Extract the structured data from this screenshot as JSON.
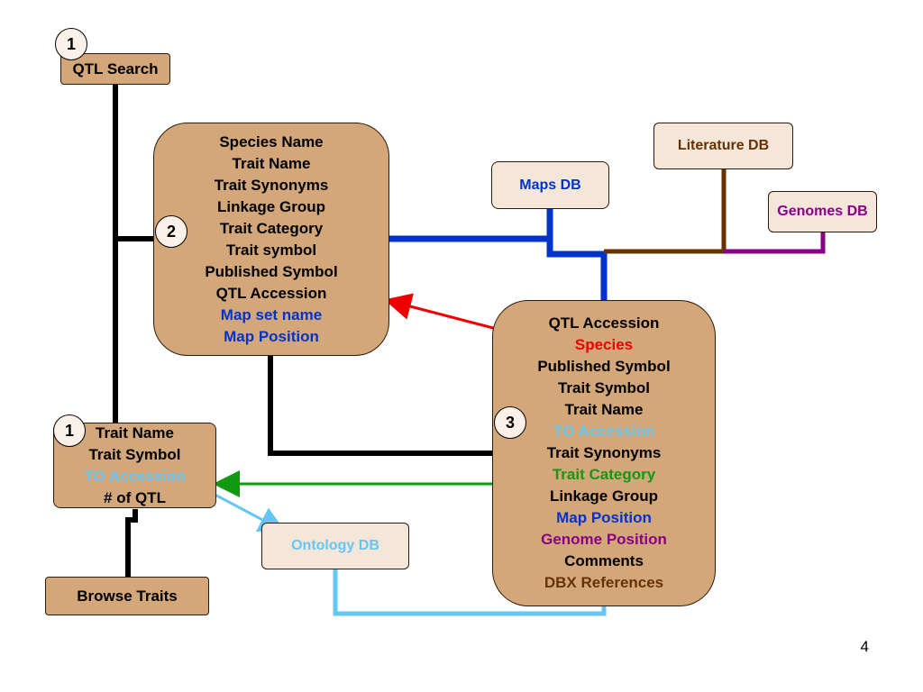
{
  "colors": {
    "black": "#000000",
    "blue": "#0033cc",
    "red": "#ee0000",
    "green": "#119911",
    "light_blue": "#66c6f2",
    "purple": "#880088",
    "brown": "#663300",
    "box_fill": "#d4a77a",
    "db_fill": "#f5e6da"
  },
  "qtl_search": {
    "badge": "1",
    "label": "QTL Search"
  },
  "box2": {
    "badge": "2",
    "lines": [
      "Species Name",
      "Trait Name",
      "Trait Synonyms",
      "Linkage Group",
      "Trait Category",
      "Trait symbol",
      "Published Symbol",
      "QTL Accession",
      "Map set name",
      "Map Position"
    ]
  },
  "box1": {
    "badge": "1",
    "lines": [
      "Trait Name",
      "Trait Symbol",
      "TO Accession",
      "# of QTL"
    ]
  },
  "browse_traits": {
    "label": "Browse Traits"
  },
  "box3": {
    "badge": "3",
    "lines": [
      "QTL Accession",
      "Species",
      "Published Symbol",
      "Trait Symbol",
      "Trait Name",
      "TO Accession",
      "Trait Synonyms",
      "Trait Category",
      "Linkage Group",
      "Map Position",
      "Genome Position",
      "Comments",
      "DBX References"
    ]
  },
  "maps_db": {
    "label": "Maps DB"
  },
  "literature_db": {
    "label": "Literature DB"
  },
  "genomes_db": {
    "label": "Genomes DB"
  },
  "ontology_db": {
    "label": "Ontology DB"
  },
  "page_number": "4"
}
